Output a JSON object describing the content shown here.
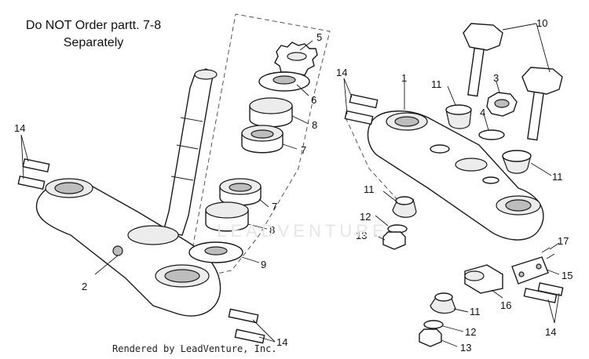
{
  "note": {
    "line1": "Do NOT Order partt. 7-8",
    "line2": "Separately"
  },
  "watermark": "LEADVENTURE",
  "footer": "Rendered by LeadVenture, Inc.",
  "callouts": {
    "c1": "1",
    "c2": "2",
    "c3": "3",
    "c4": "4",
    "c5": "5",
    "c6": "6",
    "c7a": "7",
    "c7b": "7",
    "c8a": "8",
    "c8b": "8",
    "c9": "9",
    "c10": "10",
    "c11a": "11",
    "c11b": "11",
    "c11c": "11",
    "c11d": "11",
    "c12a": "12",
    "c12b": "12",
    "c13a": "13",
    "c13b": "13",
    "c14a": "14",
    "c14b": "14",
    "c14c": "14",
    "c14d": "14",
    "c15": "15",
    "c16": "16",
    "c17": "17"
  }
}
